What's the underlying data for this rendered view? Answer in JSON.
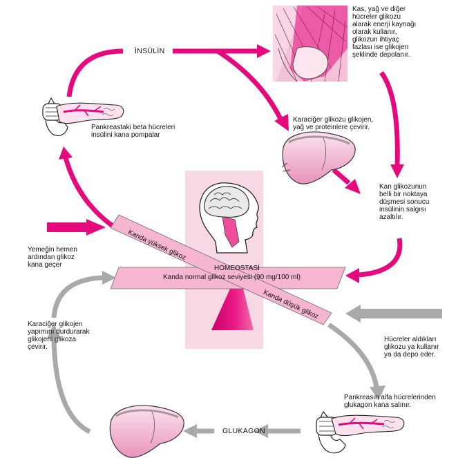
{
  "labels": {
    "insulin": "İNSÜLİN",
    "glucagon": "GLUKAGON",
    "pancreas_beta": "Pankreastaki beta hücreleri\ninsülini kana pompalar",
    "muscle": "Kas, yağ ve diğer\nhücreler glikozu\nalarak enerji kaynağı\nolarak kullanır,\nglikozun ihtiyaç\nfazlası ise glikojen\nşeklinde depolanır.",
    "liver_converts": "Karaciğer glikozu glikojen,\nyağ ve proteinlere çevirir.",
    "blood_glucose_falls": "Kan glikozunun\nbelli bir noktaya\ndüşmesi sonucu\ninsülinin salgısı\nazaltılır.",
    "after_meal": "Yemeğin hemen\nardından glikoz\nkana geçer",
    "liver_glycogen": "Karaciğer glikojen\nyapımını durdurarak\nglikojeni glikoza\nçevirir.",
    "cells_use": "Hücreler aldıkları\nglikozu ya kullanır\nya da depo eder.",
    "pancreas_alpha": "Pankreasın alfa hücrelerinden\nglukagon kana salınır.",
    "homeostasis_title": "HOMEOSTASİ",
    "homeostasis_sub": "Kanda normal glikoz seviyesi (90 mg/100 ml)",
    "high_glucose": "Kanda yüksek glikoz",
    "low_glucose": "Kanda düşük glikoz"
  },
  "colors": {
    "magenta": "#e6097d",
    "gray": "#a7a9ab",
    "panel": "#f7d9e6",
    "seesaw": "#f6b6d1",
    "fulcrum": "#e8107f"
  },
  "icons": [
    "pancreas-icon",
    "muscle-icon",
    "liver-icon",
    "brain-icon"
  ]
}
